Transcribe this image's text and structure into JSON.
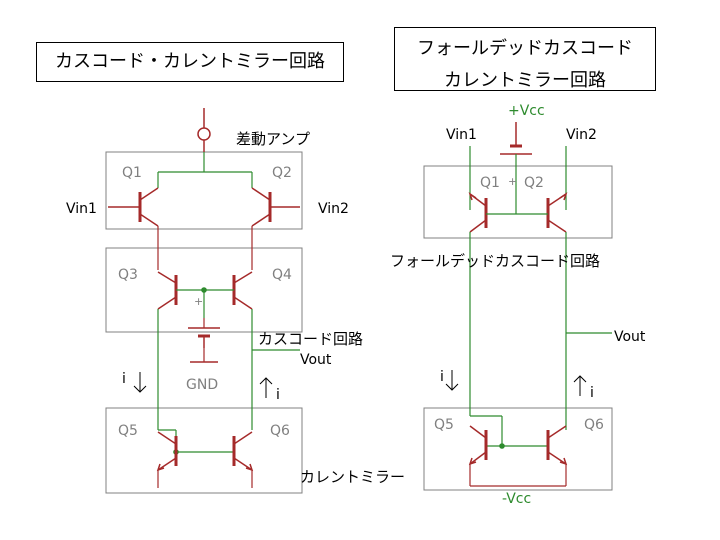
{
  "left": {
    "title": "カスコード・カレントミラー回路",
    "diff_amp": "差動アンプ",
    "q1": "Q1",
    "q2": "Q2",
    "q3": "Q3",
    "q4": "Q4",
    "q5": "Q5",
    "q6": "Q6",
    "vin1": "Vin1",
    "vin2": "Vin2",
    "cascode": "カスコード回路",
    "vout": "Vout",
    "gnd": "GND",
    "i_left": "i",
    "i_right": "i",
    "plus": "+",
    "mirror": "カレントミラー"
  },
  "right": {
    "title_line1": "フォールデッドカスコード",
    "title_line2": "カレントミラー回路",
    "vcc": "+Vcc",
    "vin1": "Vin1",
    "vin2": "Vin2",
    "q1": "Q1",
    "q2": "Q2",
    "q5": "Q5",
    "q6": "Q6",
    "plus": "+",
    "folded_label": "フォールデッドカスコード回路",
    "vout": "Vout",
    "i_left": "i",
    "i_right": "i",
    "neg_vcc": "-Vcc"
  },
  "colors": {
    "wire_green": "#2e8b2e",
    "transistor_red": "#a52a2a",
    "box_gray": "#808080"
  }
}
